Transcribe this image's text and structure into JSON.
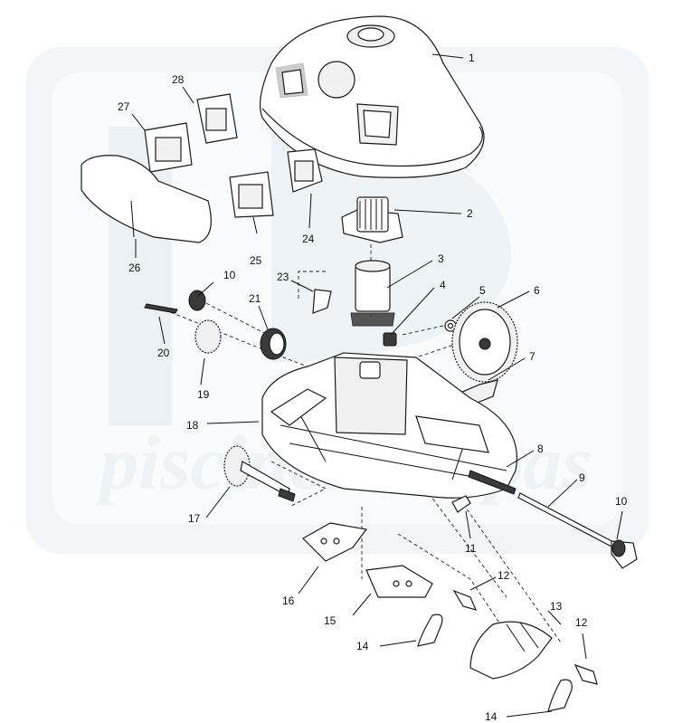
{
  "diagram": {
    "colors": {
      "line": "#1a1a1a",
      "fill": "#ffffff",
      "watermark": "#e6edf2"
    },
    "watermark_text": "piscines & spas",
    "callouts": [
      {
        "id": "c1",
        "label": "1"
      },
      {
        "id": "c2",
        "label": "2"
      },
      {
        "id": "c3",
        "label": "3"
      },
      {
        "id": "c4",
        "label": "4"
      },
      {
        "id": "c5",
        "label": "5"
      },
      {
        "id": "c6",
        "label": "6"
      },
      {
        "id": "c7",
        "label": "7"
      },
      {
        "id": "c8",
        "label": "8"
      },
      {
        "id": "c9",
        "label": "9"
      },
      {
        "id": "c10a",
        "label": "10"
      },
      {
        "id": "c10b",
        "label": "10"
      },
      {
        "id": "c11",
        "label": "11"
      },
      {
        "id": "c12a",
        "label": "12"
      },
      {
        "id": "c12b",
        "label": "12"
      },
      {
        "id": "c13",
        "label": "13"
      },
      {
        "id": "c14a",
        "label": "14"
      },
      {
        "id": "c14b",
        "label": "14"
      },
      {
        "id": "c15",
        "label": "15"
      },
      {
        "id": "c16",
        "label": "16"
      },
      {
        "id": "c17",
        "label": "17"
      },
      {
        "id": "c18",
        "label": "18"
      },
      {
        "id": "c19",
        "label": "19"
      },
      {
        "id": "c20",
        "label": "20"
      },
      {
        "id": "c21",
        "label": "21"
      },
      {
        "id": "c23",
        "label": "23"
      },
      {
        "id": "c24",
        "label": "24"
      },
      {
        "id": "c25",
        "label": "25"
      },
      {
        "id": "c26",
        "label": "26"
      },
      {
        "id": "c27",
        "label": "27"
      },
      {
        "id": "c28",
        "label": "28"
      }
    ]
  }
}
